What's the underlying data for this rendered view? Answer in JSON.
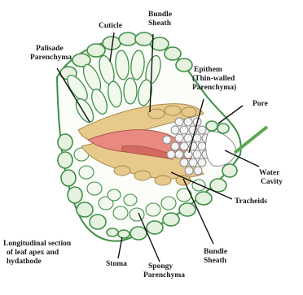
{
  "labels": {
    "cuticle": "Cuticle",
    "bundle_sheath_top": [
      "Bundle",
      "Sheath"
    ],
    "palisade": [
      "Palisade",
      "Parenchyma"
    ],
    "epithem": [
      "Epithem",
      "(Thin-walled",
      "Parenchyma)"
    ],
    "pore": "Pore",
    "water_cavity": [
      "Water",
      "Cavity"
    ],
    "tracheids": "Tracheids",
    "bundle_sheath_bottom": [
      "Bundle",
      "Sheath"
    ],
    "spongy": [
      "Spongy",
      "Parenchyma"
    ],
    "stoma": "Stoma",
    "caption": [
      "Longitudinal section",
      "of leaf apex and",
      "hydathode"
    ]
  },
  "colors": {
    "cell_outline": "#3f8f48",
    "epidermis_fill": "#e6f2df",
    "bundle_sheath": "#e8c98c",
    "tracheid": "#e88a80",
    "epithem_fill": "#f4f4f4",
    "epithem_outline": "#8a8a8a",
    "background": "#ffffff"
  }
}
